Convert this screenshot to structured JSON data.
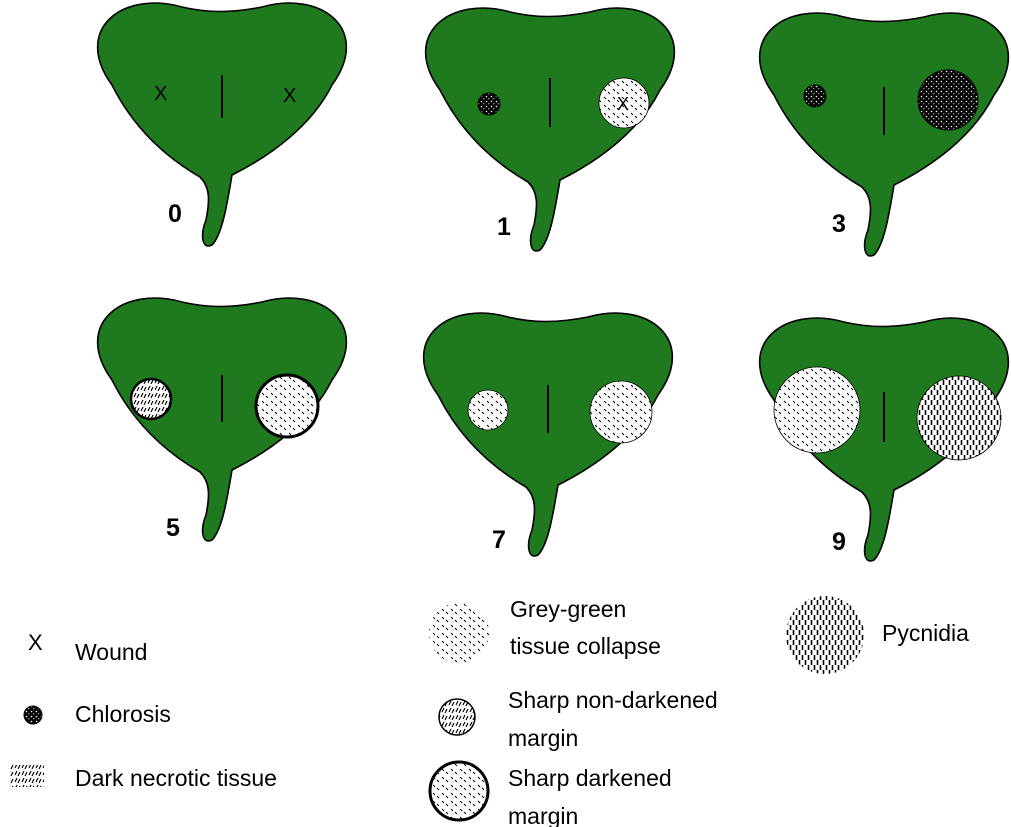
{
  "scores": [
    "0",
    "1",
    "3",
    "5",
    "7",
    "9"
  ],
  "legend": {
    "wound": "Wound",
    "chlorosis": "Chlorosis",
    "dark_necrotic": "Dark necrotic tissue",
    "grey_green_1": "Grey-green",
    "grey_green_2": "tissue collapse",
    "sharp_non_darkened_1": "Sharp non-darkened",
    "sharp_non_darkened_2": "margin",
    "sharp_darkened_1": "Sharp darkened",
    "sharp_darkened_2": "margin",
    "pycnidia": "Pycnidia"
  },
  "colors": {
    "leaf": "#1f7a1f",
    "outline": "#000000",
    "lesion": "#ffffff"
  }
}
